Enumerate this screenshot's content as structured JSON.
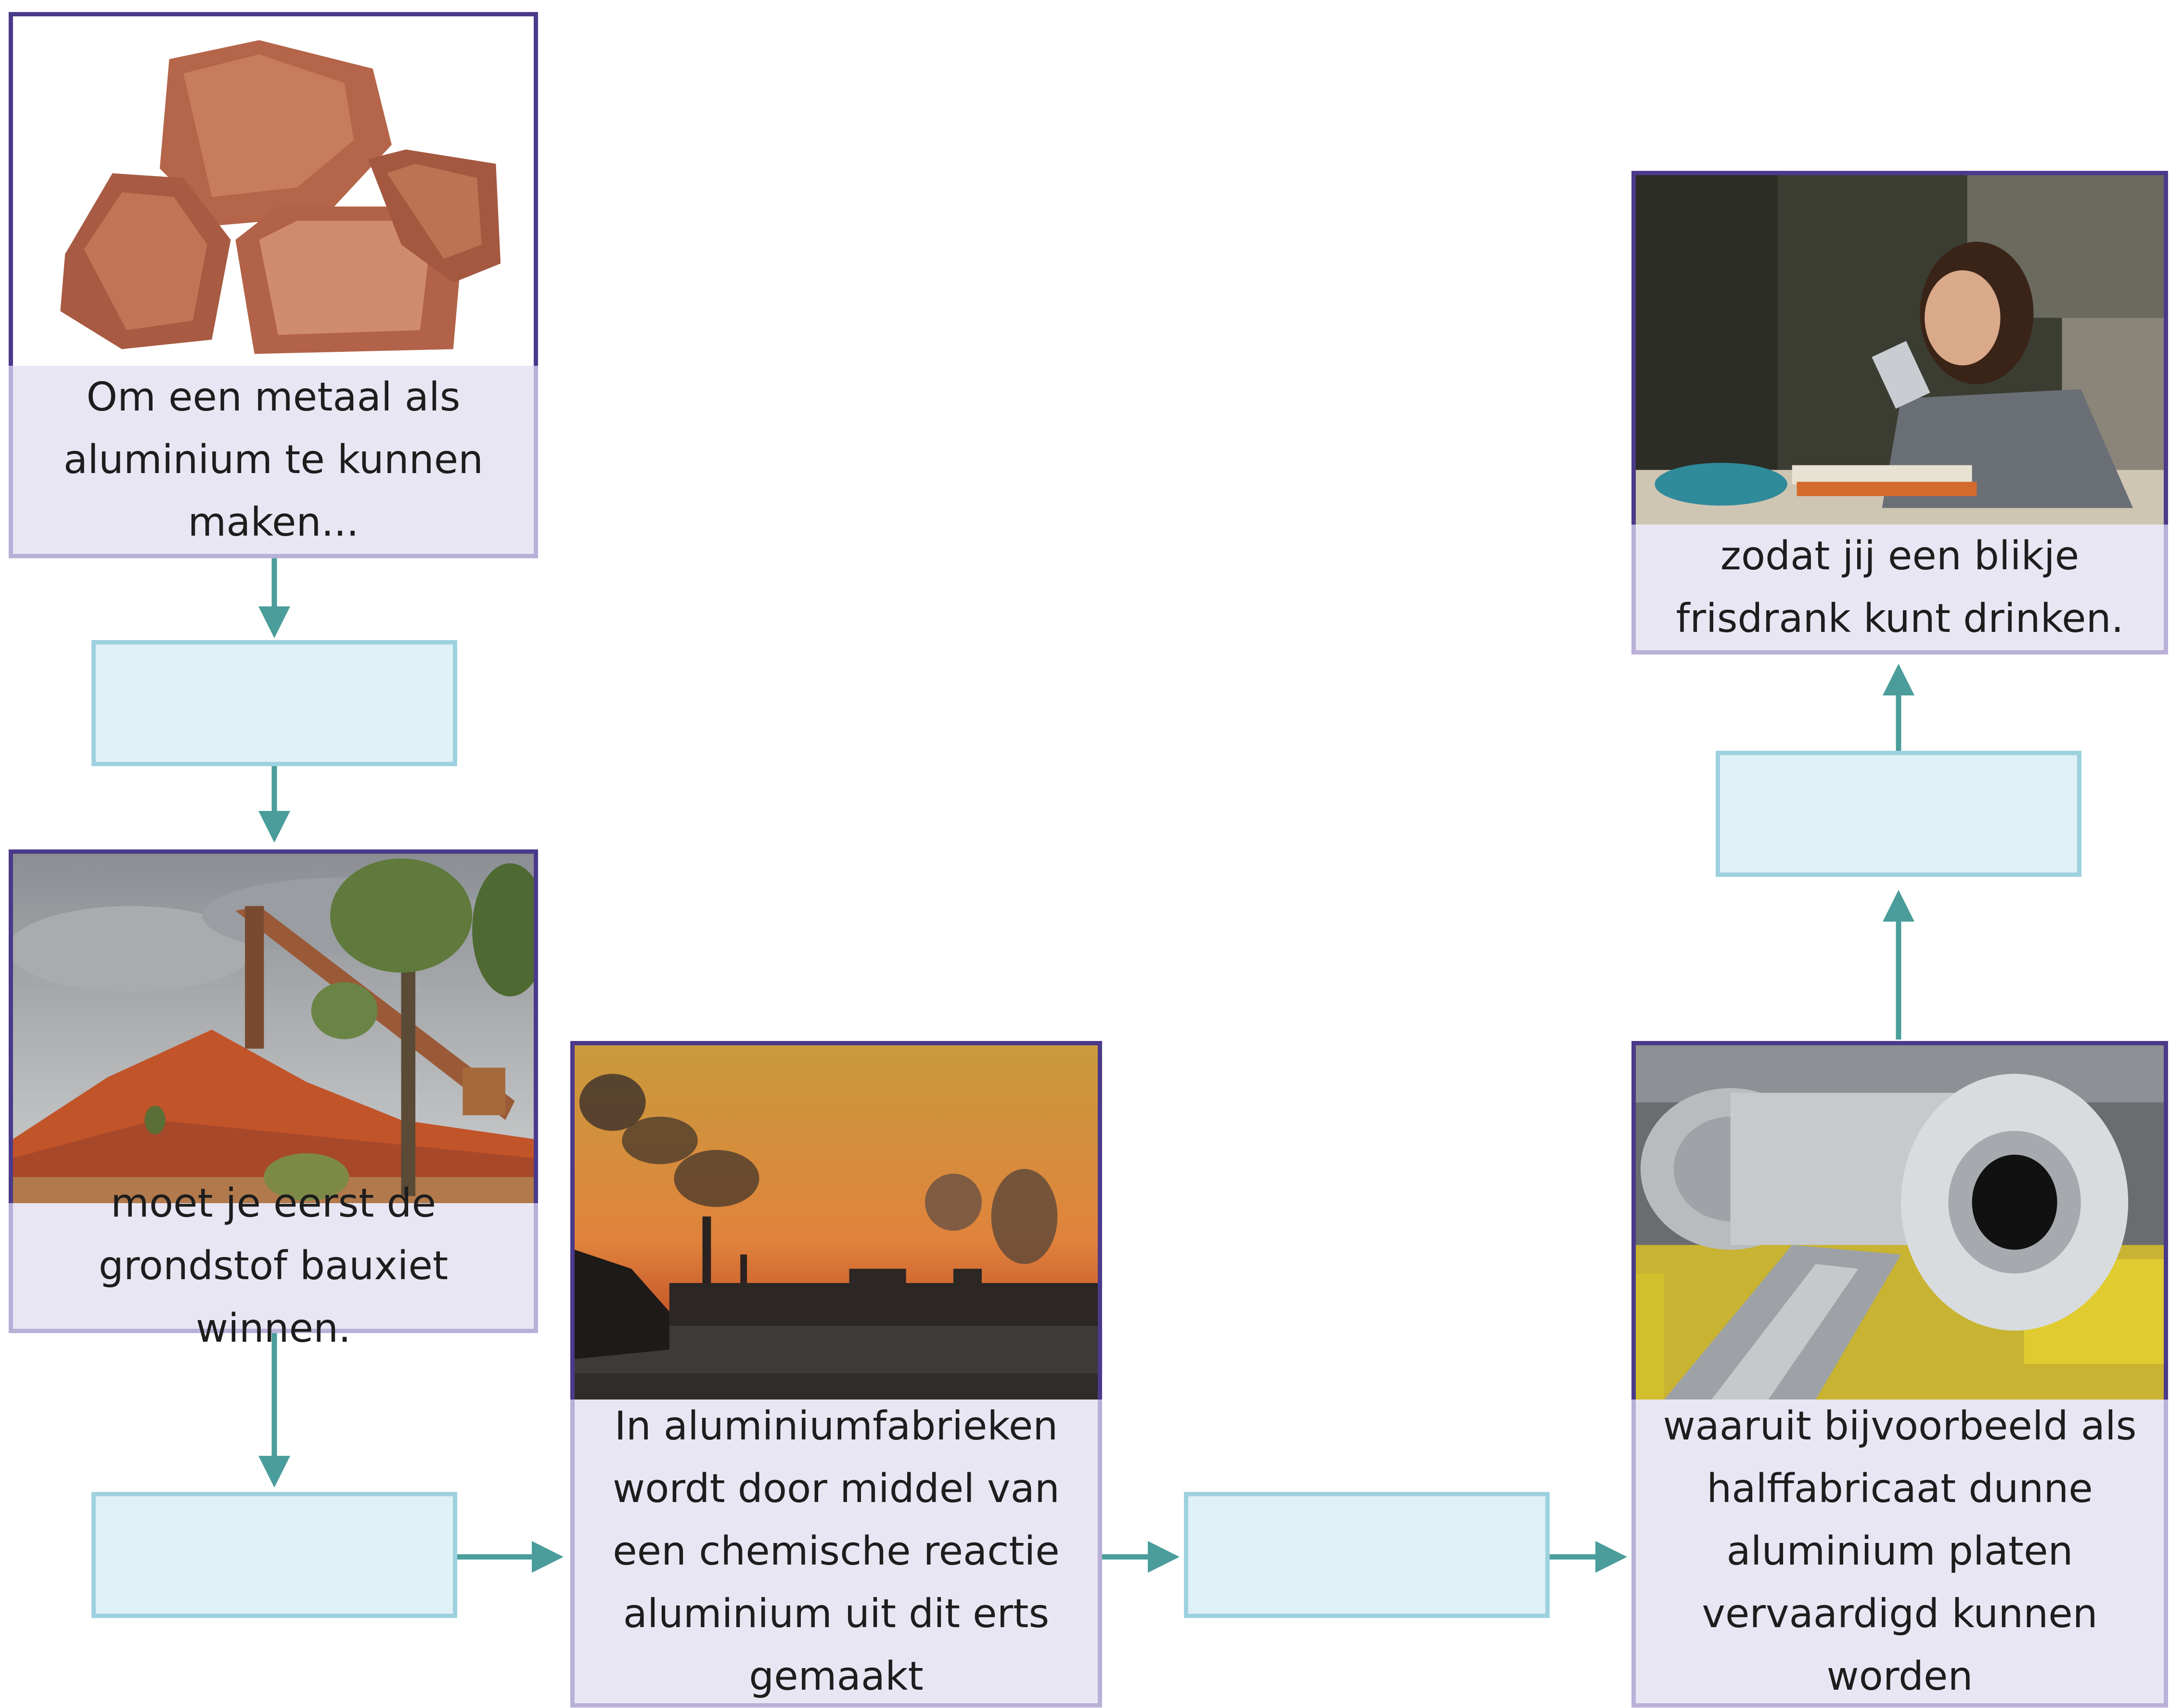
{
  "diagram": {
    "captions": {
      "bauxite_rocks": "Om een metaal als aluminium te kunnen maken...",
      "mine": "moet je eerst de grondstof bauxiet winnen.",
      "factory": "In aluminiumfabrieken wordt door middel van een chemische reactie aluminium uit dit erts gemaakt",
      "rolls": "waaruit bijvoorbeeld als halffabricaat dunne aluminium platen vervaardigd kunnen worden",
      "drink": "zodat jij een blikje frisdrank kunt drinken."
    },
    "blank_boxes": [
      "",
      "",
      "",
      ""
    ],
    "colors": {
      "arrow": "#4a9d9a",
      "photo_border": "#4b3a8a",
      "caption_bg": "#e9e6f4",
      "caption_border": "#b9b0d8",
      "blank_bg": "#dff0f6",
      "blank_border": "#9ed1df"
    }
  }
}
